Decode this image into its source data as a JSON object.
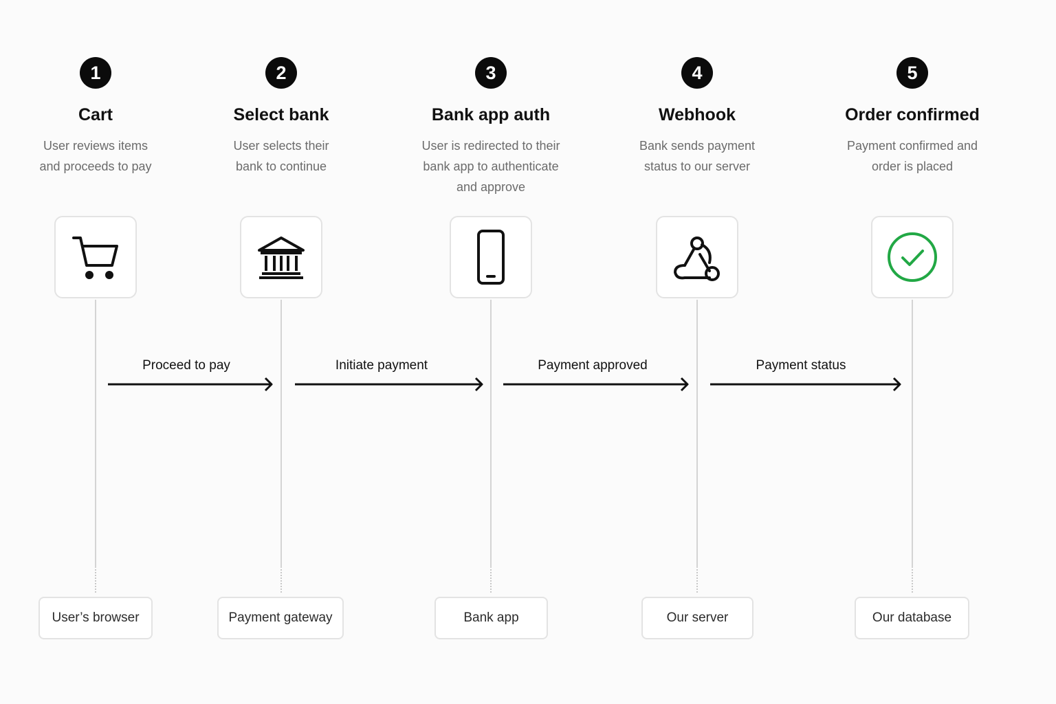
{
  "steps": [
    {
      "number": "1",
      "title": "Cart",
      "desc_lines": [
        "User reviews items",
        "and proceeds to pay"
      ],
      "icon": "shopping-cart-icon",
      "actor": "User’s browser"
    },
    {
      "number": "2",
      "title": "Select bank",
      "desc_lines": [
        "User selects their",
        "bank to continue"
      ],
      "icon": "bank-icon",
      "actor": "Payment gateway"
    },
    {
      "number": "3",
      "title": "Bank app auth",
      "desc_lines": [
        "User is redirected to their",
        "bank app to authenticate",
        "and approve"
      ],
      "icon": "smartphone-icon",
      "actor": "Bank app"
    },
    {
      "number": "4",
      "title": "Webhook",
      "desc_lines": [
        "Bank sends payment",
        "status to our server"
      ],
      "icon": "webhook-icon",
      "actor": "Our server"
    },
    {
      "number": "5",
      "title": "Order confirmed",
      "desc_lines": [
        "Payment confirmed and",
        "order is placed"
      ],
      "icon": "check-circle-icon",
      "actor": "Our database"
    }
  ],
  "messages": [
    {
      "label": "Proceed to pay",
      "from": 1,
      "to": 2
    },
    {
      "label": "Initiate payment",
      "from": 2,
      "to": 3
    },
    {
      "label": "Payment approved",
      "from": 3,
      "to": 4
    },
    {
      "label": "Payment status",
      "from": 4,
      "to": 5
    }
  ],
  "colors": {
    "success": "#22a845",
    "badge": "#0b0b0b",
    "description": "#6b6b6b"
  }
}
